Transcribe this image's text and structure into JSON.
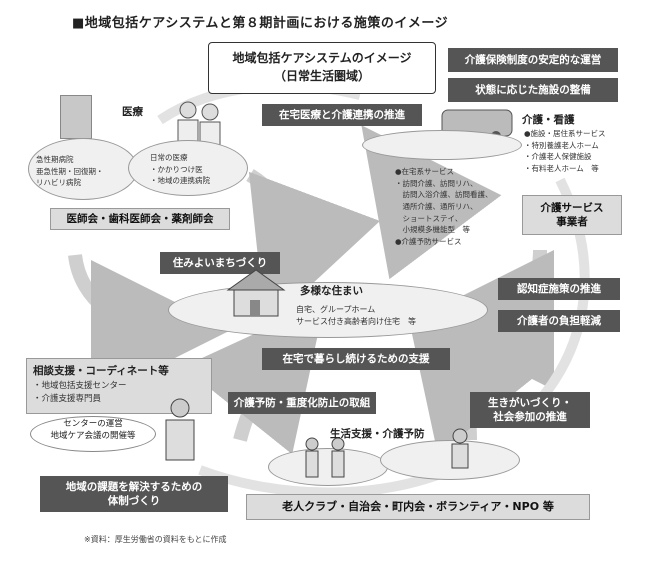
{
  "title": "■地域包括ケアシステムと第８期計画における施策のイメージ",
  "center": {
    "line1": "地域包括ケアシステムのイメージ",
    "line2": "（日常生活圏域）"
  },
  "top_right_boxes": [
    "介護保険制度の安定的な運営",
    "状態に応じた施設の整備"
  ],
  "zaitaku_iryo": "在宅医療と介護連携の推進",
  "iryo": {
    "label": "医療",
    "hospital_items": [
      "急性期病院",
      "亜急性期・回復期・",
      "リハビリ病院"
    ],
    "daily_items": [
      "日常の医療",
      "・かかりつけ医",
      "・地域の連携病院"
    ],
    "ishikai": "医師会・歯科医師会・薬剤師会"
  },
  "kaigo": {
    "label": "介護・看護",
    "facility_items": [
      "●施設・居住系サービス",
      "・特別養護老人ホーム",
      "・介護老人保健施設",
      "・有料老人ホーム　等"
    ],
    "home_items": [
      "●在宅系サービス",
      "・訪問介護、訪問リハ、",
      "　訪問入浴介護、訪問看護、",
      "　通所介護、通所リハ、",
      "　ショートステイ、",
      "　小規模多機能型　等",
      "●介護予防サービス"
    ],
    "jigyosha": "介護サービス\n事業者"
  },
  "sumai": {
    "label": "多様な住まい",
    "items": [
      "自宅、グループホーム",
      "サービス付き高齢者向け住宅　等"
    ],
    "machizukuri": "住みよいまちづくり"
  },
  "right_boxes": [
    "認知症施策の推進",
    "介護者の負担軽減"
  ],
  "zaitaku_shien": "在宅で暮らし続けるための支援",
  "soudan": {
    "title": "相談支援・コーディネート等",
    "items": [
      "・地域包括支援センター",
      "・介護支援専門員"
    ],
    "bubble": "センターの運営\n地域ケア会議の開催等"
  },
  "yobou_box": "介護予防・重度化防止の取組",
  "ikigai": "生きがいづくり・\n社会参加の推進",
  "seikatsu_label": "生活支援・介護予防",
  "chiiki_kadai": "地域の課題を解決するための\n体制づくり",
  "roujin_club": "老人クラブ・自治会・町内会・ボランティア・NPO 等",
  "footnote": "※資料：厚生労働省の資料をもとに作成",
  "icons": [
    "hospital-icon",
    "doctor-nurse-icon",
    "ambulance-van-icon",
    "house-icon",
    "care-worker-icon",
    "seniors-walking-icon",
    "elder-exercise-icon"
  ]
}
